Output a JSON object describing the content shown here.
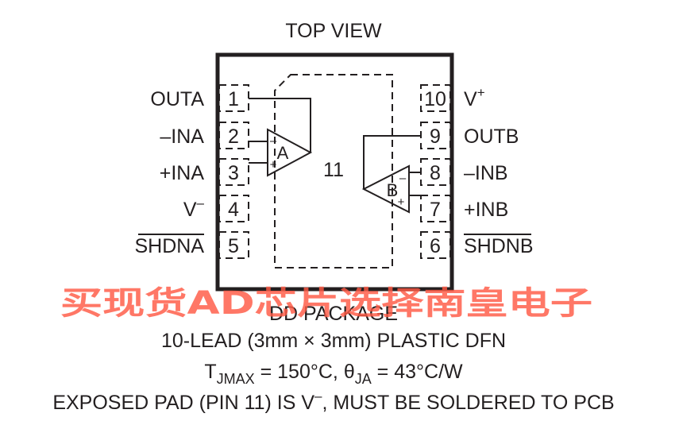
{
  "title": "TOP VIEW",
  "left_pins": [
    {
      "num": "1",
      "label": "OUTA"
    },
    {
      "num": "2",
      "label": "–INA"
    },
    {
      "num": "3",
      "label": "+INA"
    },
    {
      "num": "4",
      "label": "V"
    },
    {
      "num": "5",
      "label": "SHDNA"
    }
  ],
  "right_pins": [
    {
      "num": "10",
      "label": "V"
    },
    {
      "num": "9",
      "label": "OUTB"
    },
    {
      "num": "8",
      "label": "–INB"
    },
    {
      "num": "7",
      "label": "+INB"
    },
    {
      "num": "6",
      "label": "SHDNB"
    }
  ],
  "supply_signs": {
    "v_minus": "–",
    "v_plus": "+"
  },
  "amp_a": {
    "label": "A",
    "minus": "–",
    "plus": "+"
  },
  "amp_b": {
    "label": "B",
    "minus": "–",
    "plus": "+"
  },
  "exposed_pad_num": "11",
  "watermark": "买现货AD芯片选择南皇电子",
  "package_name": "DD PACKAGE",
  "package_desc": "10-LEAD (3mm × 3mm) PLASTIC DFN",
  "thermal": {
    "t_prefix": "T",
    "t_sub": "JMAX",
    "t_value": " = 150°C, ",
    "theta": "θ",
    "theta_sub": "JA",
    "theta_value": " = 43°C/W"
  },
  "exposed_pad_note": {
    "before": "EXPOSED PAD (PIN 11) IS V",
    "sup": "–",
    "after": ", MUST BE SOLDERED TO PCB"
  }
}
